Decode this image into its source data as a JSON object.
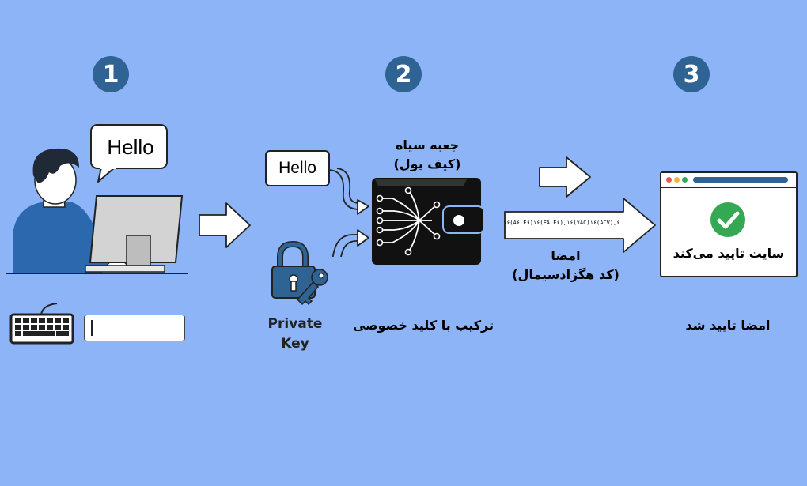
{
  "steps": [
    {
      "number": "1"
    },
    {
      "number": "2"
    },
    {
      "number": "3"
    }
  ],
  "step1": {
    "speech_text": "Hello"
  },
  "step2": {
    "message_text": "Hello",
    "private_key_line1": "Private",
    "private_key_line2": "Key",
    "black_box_line1": "جعبه سیاه",
    "black_box_line2": "(کیف پول)",
    "combine_label": "ترکیب با کلید خصوصی"
  },
  "signature": {
    "hex": "۱۶(A۶.E۶)۱۶(FA.E۶),۱۶(۷AC)۱۶(ACV),۶",
    "label_line1": "امضا",
    "label_line2": "(کد هگزادسیمال)"
  },
  "step3": {
    "site_verify": "سایت تایید می‌کند",
    "verified_label": "امضا تایید شد"
  },
  "colors": {
    "background": "#8db4f6",
    "badge": "#2f6393",
    "shirt": "#2b68ad",
    "lock": "#2f6393",
    "check": "#34a853"
  }
}
